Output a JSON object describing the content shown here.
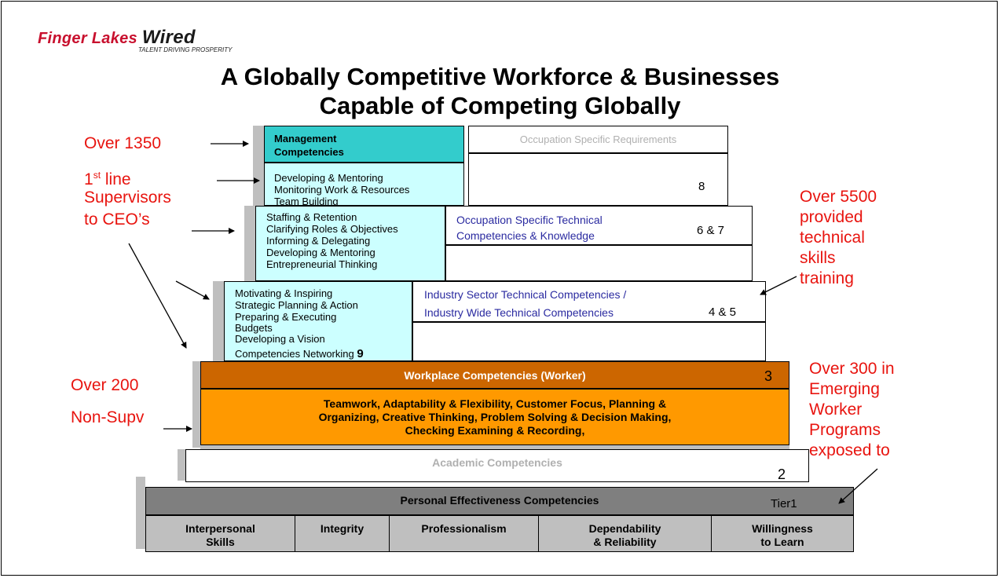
{
  "logo": {
    "name_part1": "Finger Lakes ",
    "name_part2": "Wired",
    "tagline": "TALENT DRIVING PROSPERITY"
  },
  "title": {
    "line1": "A Globally Competitive Workforce & Businesses",
    "line2": "Capable of Competing Globally"
  },
  "annotations": {
    "over_1350": "Over 1350",
    "first_line_pre": "1",
    "first_line_sup": "st",
    "first_line_post": " line",
    "supervisors": "Supervisors",
    "to_ceos": "to CEO’s",
    "over_5500_lines": [
      "Over 5500",
      "provided",
      "technical",
      "skills",
      "training"
    ],
    "over_200": "Over 200",
    "non_supv": "Non-Supv",
    "over_300_lines": [
      "Over 300 in",
      "Emerging",
      "Worker",
      "Programs",
      "exposed to"
    ]
  },
  "tier8": {
    "header": "Management Competencies",
    "items": [
      "Developing & Mentoring",
      "Monitoring Work & Resources",
      "Team Building"
    ],
    "right_label": "Occupation Specific Requirements",
    "number": "8"
  },
  "tier67": {
    "items": [
      "Staffing & Retention",
      "Clarifying Roles & Objectives",
      "Informing & Delegating",
      "Developing & Mentoring",
      "Entrepreneurial Thinking"
    ],
    "right_line1": "Occupation Specific Technical",
    "right_line2": "Competencies & Knowledge",
    "number": "6 & 7"
  },
  "tier45": {
    "items": [
      "Motivating & Inspiring",
      "Strategic Planning & Action",
      "Preparing & Executing",
      "Budgets",
      "Developing a Vision"
    ],
    "last_item": "Competencies Networking",
    "last_number": "9",
    "right_line1": "Industry Sector  Technical Competencies /",
    "right_line2": "Industry Wide Technical Competencies",
    "number": "4 & 5"
  },
  "tier3": {
    "header": "Workplace Competencies (Worker)",
    "number": "3",
    "body_lines": [
      "Teamwork, Adaptability & Flexibility, Customer Focus, Planning &",
      "Organizing, Creative Thinking,  Problem Solving & Decision Making,",
      "Checking Examining & Recording,"
    ]
  },
  "tier2": {
    "label": "Academic Competencies",
    "number": "2"
  },
  "tier1": {
    "header": "Personal Effectiveness Competencies",
    "label": "Tier1",
    "cells": [
      {
        "line1": "Interpersonal",
        "line2": "Skills"
      },
      {
        "line1": "Integrity",
        "line2": ""
      },
      {
        "line1": "Professionalism",
        "line2": ""
      },
      {
        "line1": "Dependability",
        "line2": "& Reliability"
      },
      {
        "line1": "Willingness",
        "line2": "to Learn"
      }
    ]
  },
  "colors": {
    "red": "#e8140f",
    "cyan": "#ccffff",
    "teal": "#33cccc",
    "brown": "#cc6600",
    "orange": "#ff9900",
    "grey": "#bfbfbf"
  }
}
